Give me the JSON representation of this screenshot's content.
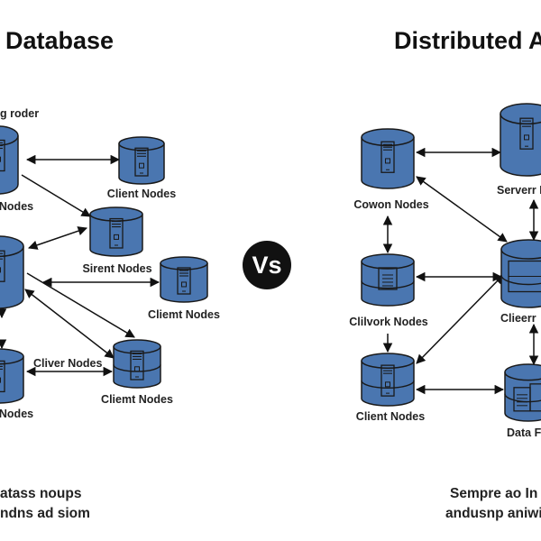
{
  "colors": {
    "node_fill": "#4a76b0",
    "node_stroke": "#1a1a1a",
    "arrow": "#111111",
    "vs_badge": "#111111"
  },
  "left_panel": {
    "title": "Database",
    "top_note": "g roder",
    "nodes": [
      {
        "id": "L1",
        "label": "Nodes",
        "icon": "server-tower-icon"
      },
      {
        "id": "L2",
        "label": "Client Nodes",
        "icon": "server-tower-icon"
      },
      {
        "id": "L3",
        "label": "",
        "icon": "server-tower-icon"
      },
      {
        "id": "L4",
        "label": "Sirent Nodes",
        "icon": "server-tower-icon"
      },
      {
        "id": "L5",
        "label": "Cliemt Nodes",
        "icon": "server-tower-icon"
      },
      {
        "id": "L6",
        "label": "Nodes",
        "icon": "server-tower-icon"
      },
      {
        "id": "L7",
        "label": "Cliemt Nodes",
        "icon": "server-tower-icon"
      }
    ],
    "edge_label": "Cliver Nodes",
    "caption": [
      "atass noups",
      "ndns ad siom"
    ]
  },
  "vs_badge": "Vs",
  "right_panel": {
    "title": "Distributed A",
    "nodes": [
      {
        "id": "R1",
        "label": "Cowon Nodes",
        "icon": "server-tower-icon"
      },
      {
        "id": "R2",
        "label": "Serverr N",
        "icon": "server-tower-icon"
      },
      {
        "id": "R3",
        "label": "Clilvork Nodes",
        "icon": "document-icon"
      },
      {
        "id": "R4",
        "label": "Clieerr",
        "icon": "window-icon"
      },
      {
        "id": "R5",
        "label": "Client Nodes",
        "icon": "server-tower-icon"
      },
      {
        "id": "R6",
        "label": "Data F",
        "icon": "documents-icon"
      }
    ],
    "caption": [
      "Sempre ao In",
      "andusnp aniwis"
    ]
  }
}
